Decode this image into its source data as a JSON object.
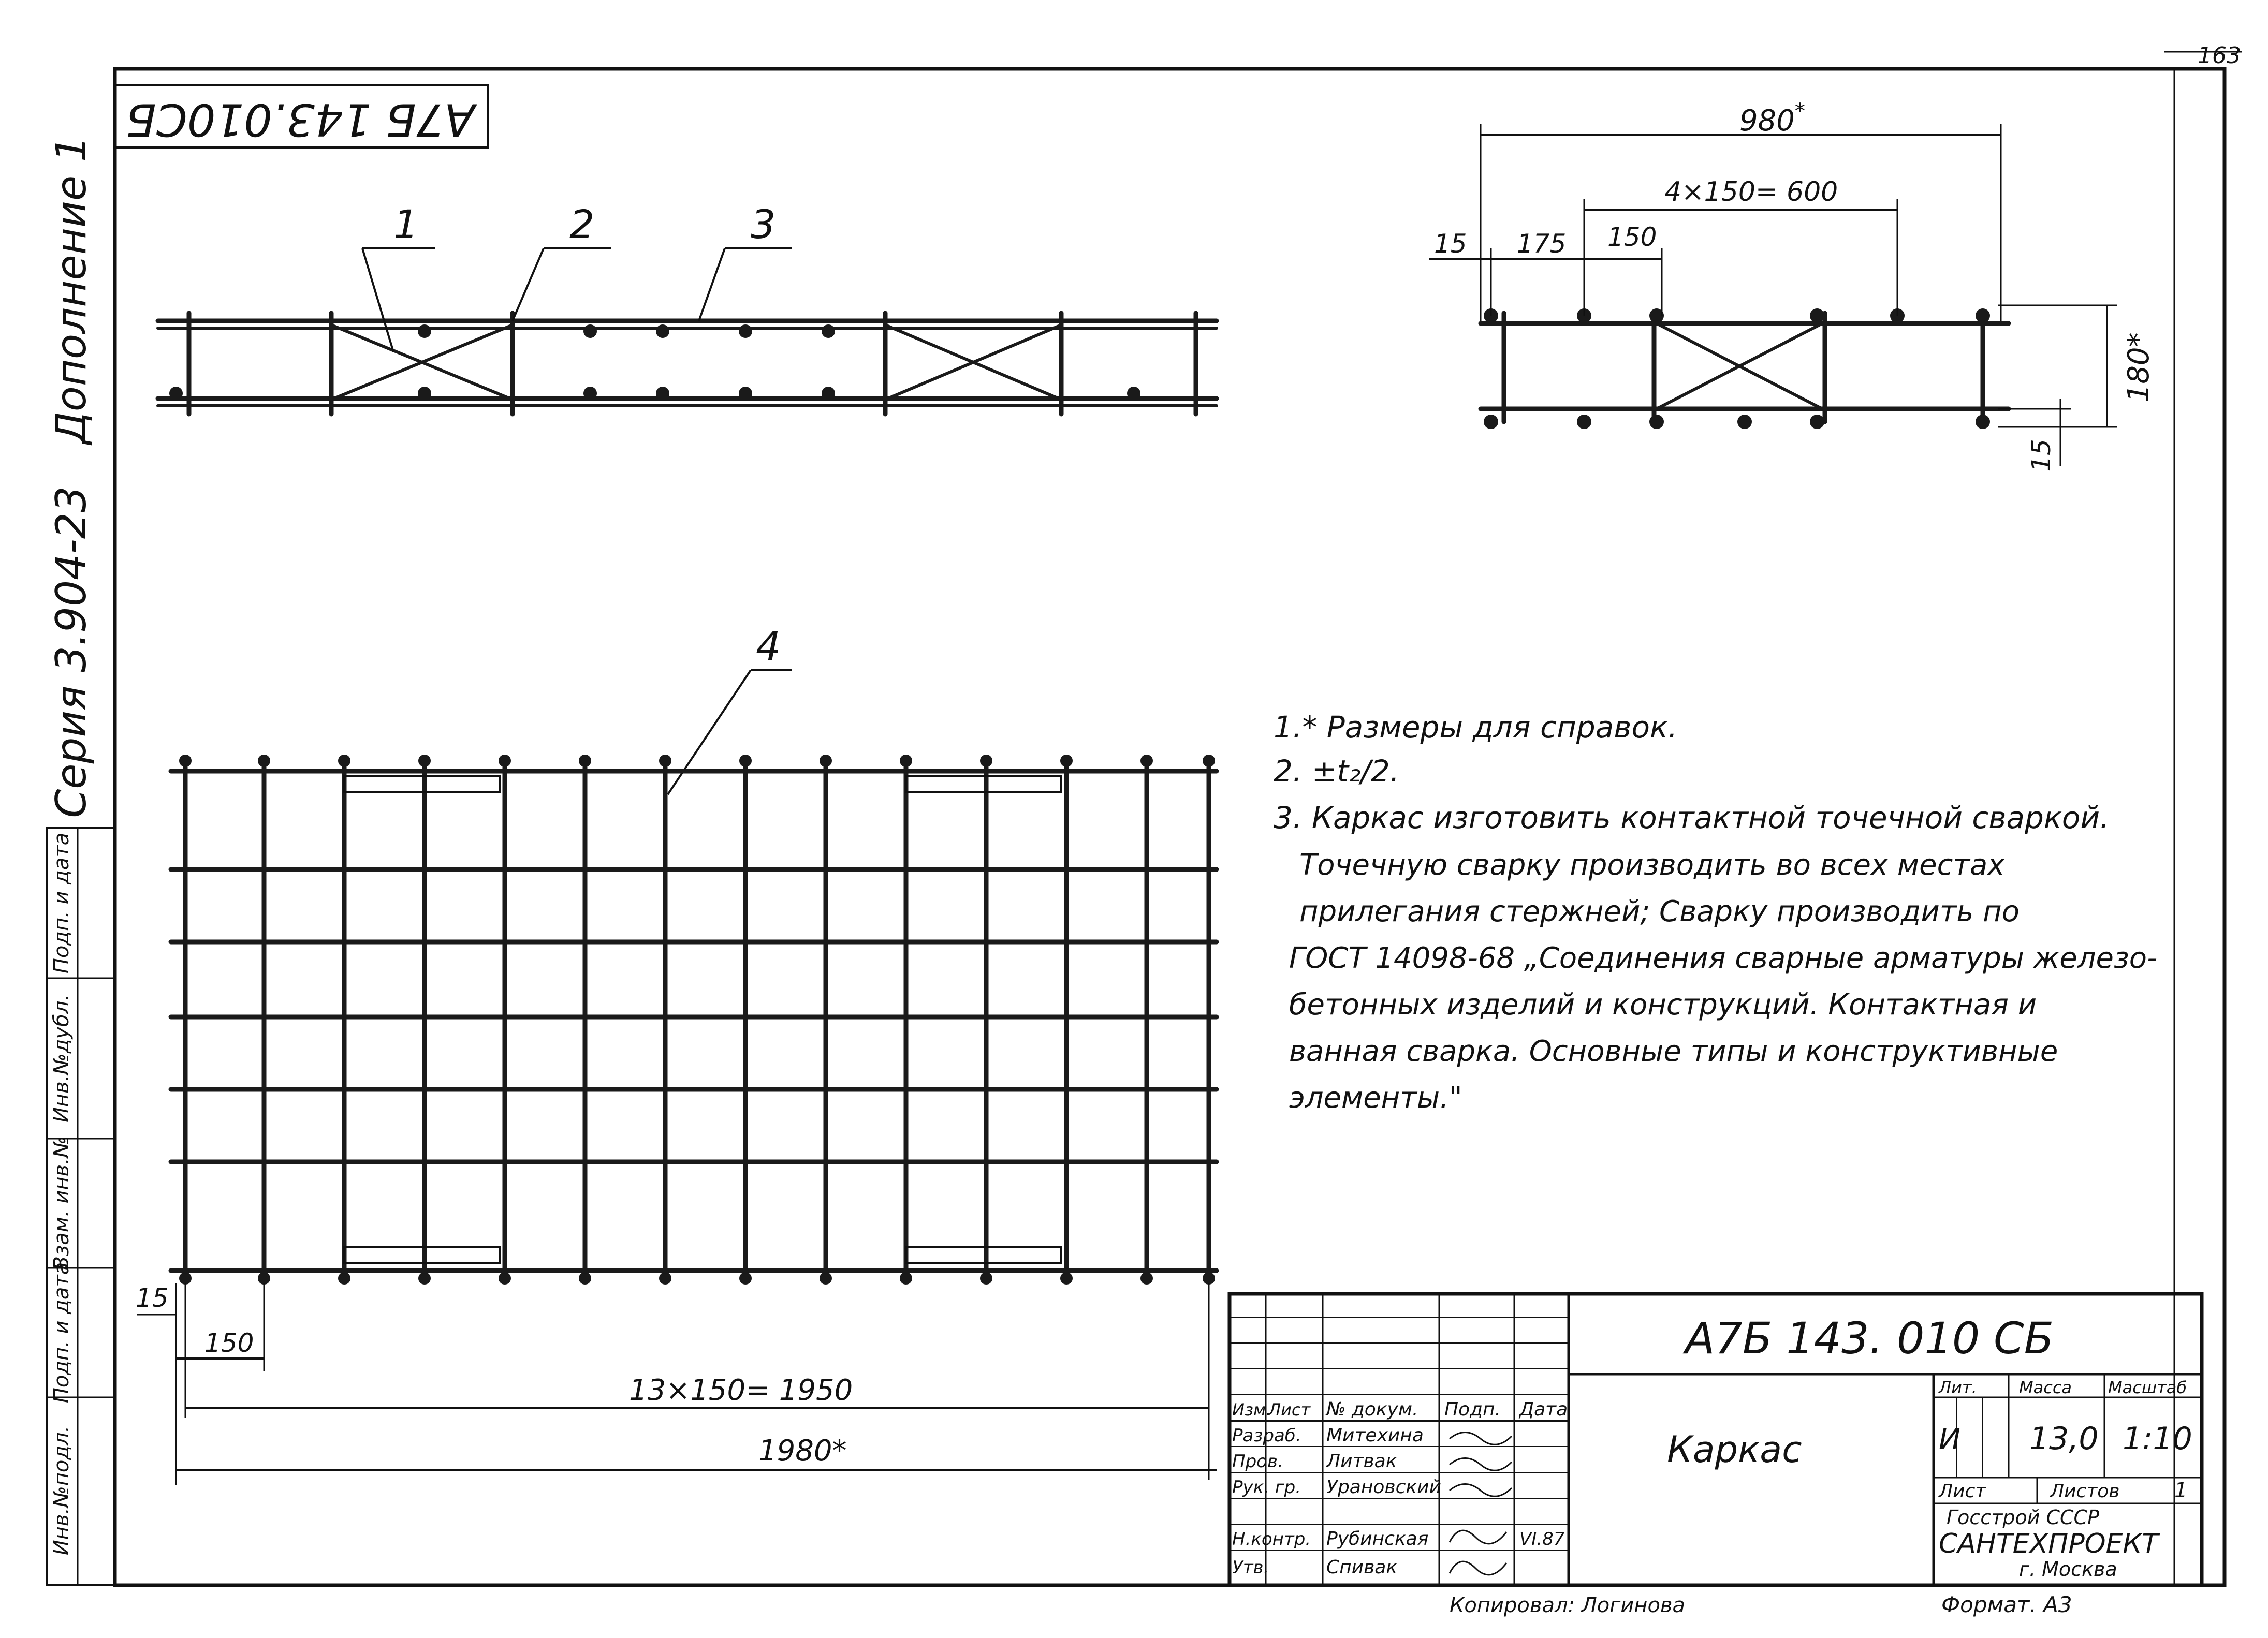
{
  "page_number": "163",
  "designation_stamp": "А7Б 143.010СБ",
  "side_margin": {
    "supplement": "Дополнение 1",
    "series": "Серия 3.904-23",
    "stamp_columns": [
      "Инв.№подл.",
      "Подп. и дата",
      "Взам. инв.№",
      "Инв.№дубл.",
      "Подп. и дата"
    ]
  },
  "positions": [
    "1",
    "2",
    "3",
    "4"
  ],
  "dimensions": {
    "top_right_overall": "980",
    "top_right_overall_mark": "*",
    "top_right_pitch": "4×150= 600",
    "top_right_15": "15",
    "top_right_175": "175",
    "top_right_150": "150",
    "top_right_height": "180*",
    "top_right_bottom_15": "15",
    "bottom_15": "15",
    "bottom_150": "150",
    "bottom_pitch": "13×150= 1950",
    "bottom_overall": "1980*"
  },
  "notes": [
    "1.* Размеры для справок.",
    "2. ±t₂/2.",
    "3. Каркас изготовить контактной точечной сваркой.",
    "Точечную сварку производить во всех местах",
    "прилегания стержней; Сварку производить по",
    "ГОСТ 14098-68 „Соединения сварные арматуры железо-",
    "бетонных изделий и конструкций. Контактная и",
    "ванная сварка. Основные типы и конструктивные",
    "элементы.\""
  ],
  "title_block": {
    "document_code": "А7Б 143. 010 СБ",
    "item_name": "Каркас",
    "col_headers": {
      "change": "Изм.",
      "sheet": "Лист",
      "doc_no": "№ докум.",
      "signature": "Подп.",
      "date": "Дата"
    },
    "roles": [
      {
        "role": "Разраб.",
        "name": "Митехина"
      },
      {
        "role": "Пров.",
        "name": "Литвак"
      },
      {
        "role": "Рук. гр.",
        "name": "Урановский"
      },
      {
        "role": "",
        "name": ""
      },
      {
        "role": "Н.контр.",
        "name": "Рубинская"
      },
      {
        "role": "Утв.",
        "name": "Спивак"
      }
    ],
    "date_value": "VI.87",
    "lit_label": "Лит.",
    "lit_value": "И",
    "mass_label": "Масса",
    "mass_value": "13,0",
    "scale_label": "Масштаб",
    "scale_value": "1:10",
    "sheet_label": "Лист",
    "sheets_label": "Листов",
    "sheets_value": "1",
    "org_line1": "Госстрой СССР",
    "org_line2": "САНТЕХПРОЕКТ",
    "org_line3": "г. Москва"
  },
  "copied_by": "Копировал: Логинова",
  "format": "Формат. А3"
}
